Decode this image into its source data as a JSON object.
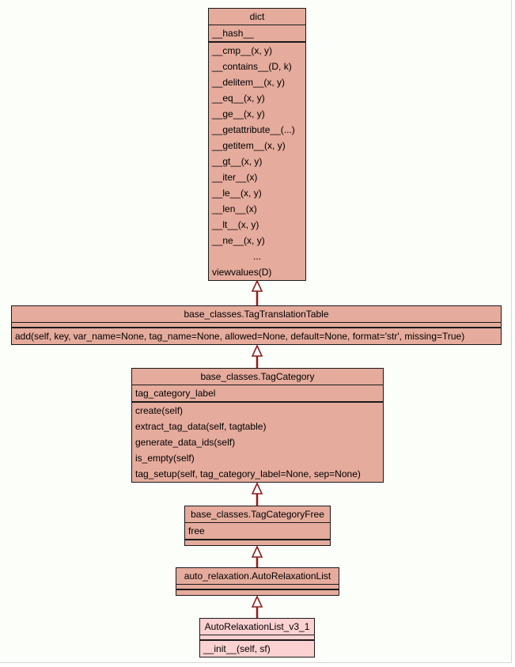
{
  "colors": {
    "page_bg": "#fbfef9",
    "frame_border": "#d8d8d8",
    "box_fill": "#e5ab9c",
    "box_fill_light": "#fcd1d1",
    "line": "#1a1a1a",
    "arrow": "#8f1d1d",
    "text": "#000000"
  },
  "diagram": {
    "type": "uml-class-inheritance",
    "classes": [
      {
        "name": "dict",
        "attributes": [
          "__hash__"
        ],
        "methods": [
          "__cmp__(x, y)",
          "__contains__(D, k)",
          "__delitem__(x, y)",
          "__eq__(x, y)",
          "__ge__(x, y)",
          "__getattribute__(...)",
          "__getitem__(x, y)",
          "__gt__(x, y)",
          "__iter__(x)",
          "__le__(x, y)",
          "__len__(x)",
          "__lt__(x, y)",
          "__ne__(x, y)",
          "...",
          "viewvalues(D)"
        ]
      },
      {
        "name": "base_classes.TagTranslationTable",
        "attributes": [],
        "methods": [
          "add(self, key, var_name=None, tag_name=None, allowed=None, default=None, format='str', missing=True)"
        ]
      },
      {
        "name": "base_classes.TagCategory",
        "attributes": [
          "tag_category_label"
        ],
        "methods": [
          "create(self)",
          "extract_tag_data(self, tagtable)",
          "generate_data_ids(self)",
          "is_empty(self)",
          "tag_setup(self, tag_category_label=None, sep=None)"
        ]
      },
      {
        "name": "base_classes.TagCategoryFree",
        "attributes": [
          "free"
        ],
        "methods": []
      },
      {
        "name": "auto_relaxation.AutoRelaxationList",
        "attributes": [],
        "methods": []
      },
      {
        "name": "AutoRelaxationList_v3_1",
        "attributes": [],
        "methods": [
          "__init__(self, sf)"
        ]
      }
    ],
    "inheritance": [
      {
        "from": "base_classes.TagTranslationTable",
        "to": "dict"
      },
      {
        "from": "base_classes.TagCategory",
        "to": "base_classes.TagTranslationTable"
      },
      {
        "from": "base_classes.TagCategoryFree",
        "to": "base_classes.TagCategory"
      },
      {
        "from": "auto_relaxation.AutoRelaxationList",
        "to": "base_classes.TagCategoryFree"
      },
      {
        "from": "AutoRelaxationList_v3_1",
        "to": "auto_relaxation.AutoRelaxationList"
      }
    ]
  }
}
